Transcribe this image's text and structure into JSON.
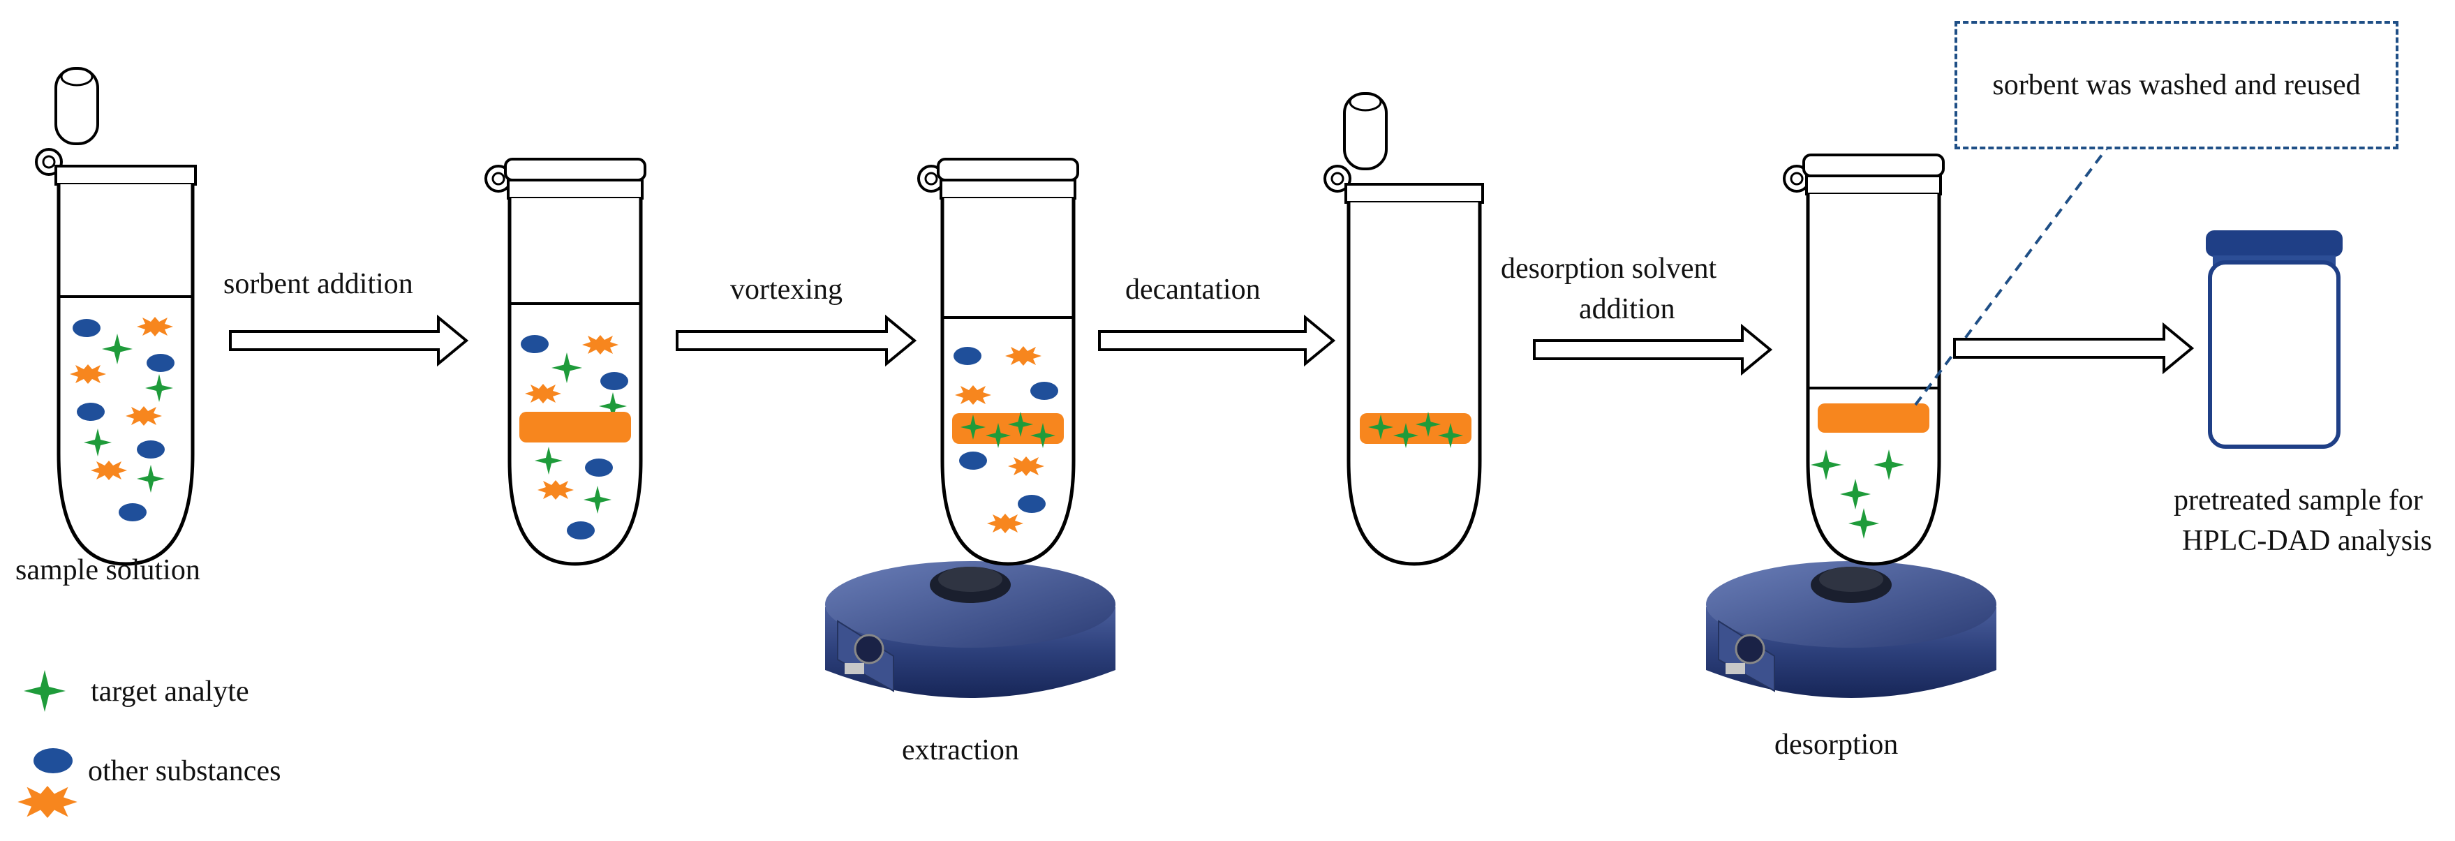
{
  "steps": {
    "sample_solution": "sample solution",
    "sorbent_addition": "sorbent addition",
    "vortexing": "vortexing",
    "decantation": "decantation",
    "desorption_solvent_line1": "desorption solvent",
    "desorption_solvent_line2": "addition",
    "extraction": "extraction",
    "desorption": "desorption",
    "pretreated_line1": "pretreated sample for",
    "pretreated_line2": "HPLC-DAD analysis"
  },
  "callout": {
    "text": "sorbent was washed and reused"
  },
  "legend": {
    "target_analyte": "target analyte",
    "other_substances": "other substances"
  },
  "colors": {
    "analyte": "#1e9b3a",
    "other_blue": "#1f4f9a",
    "other_orange": "#f7861e",
    "sorbent": "#f7861e",
    "vortexer": "#2c3f7a",
    "vial_blue": "#1f3f86",
    "callout_border": "#1f4f86"
  },
  "icons": {
    "analyte": "four-point-star",
    "blue_particle": "ellipse",
    "orange_particle": "spiky-burst"
  }
}
